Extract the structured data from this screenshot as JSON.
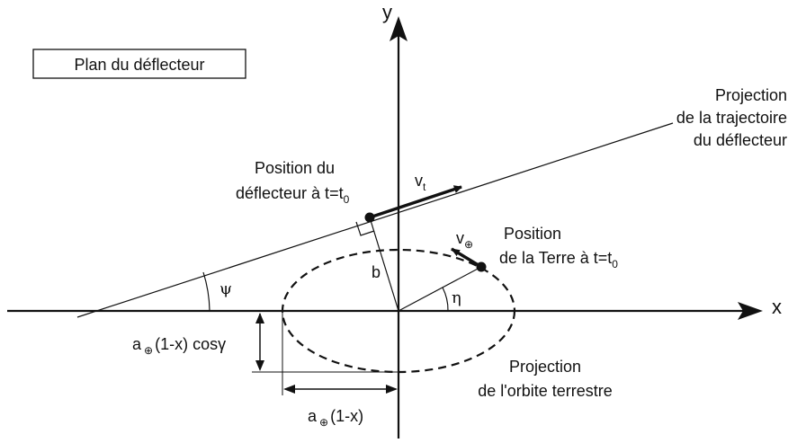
{
  "title_box": "Plan du déflecteur",
  "axes": {
    "x": "x",
    "y": "y"
  },
  "labels": {
    "trajectory": [
      "Projection",
      "de la trajectoire",
      "du déflecteur"
    ],
    "deflector_pos_line1": "Position du",
    "deflector_pos_line2": "déflecteur à t=t",
    "earth_pos_line1": "Position",
    "earth_pos_line2": "de la Terre à t=t",
    "t0_sub": "0",
    "orbit_projection": [
      "Projection",
      "de l'orbite terrestre"
    ],
    "vt_main": "v",
    "vt_sub": "t",
    "vearth_main": "v",
    "earth_symbol": "⊕",
    "b": "b",
    "psi": "ψ",
    "eta": "η",
    "a_main": "a",
    "a_vertical_rest": "(1-x) cosγ",
    "a_horizontal_rest": "(1-x)"
  },
  "colors": {
    "ink": "#111111",
    "background": "#ffffff"
  }
}
